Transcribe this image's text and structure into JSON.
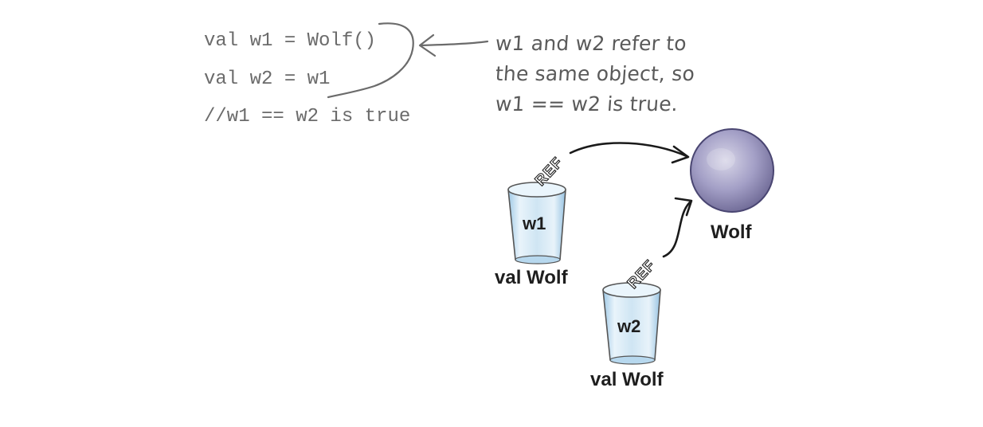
{
  "code": {
    "line1": "val w1 = Wolf()",
    "line2": "val w2 = w1",
    "line3": "//w1 == w2 is true"
  },
  "note": {
    "line1": "w1 and w2 refer to",
    "line2": "the same object, so",
    "line3": "w1 == w2 is true."
  },
  "diagram": {
    "cup1_label": "w1",
    "cup1_type": "val Wolf",
    "cup2_label": "w2",
    "cup2_type": "val Wolf",
    "ref1_tag": "REF",
    "ref2_tag": "REF",
    "object_label": "Wolf"
  },
  "colors": {
    "object_fill": "#9d98c0",
    "cup_fill": "#c7e2f2",
    "code_text": "#6b6b6b"
  }
}
